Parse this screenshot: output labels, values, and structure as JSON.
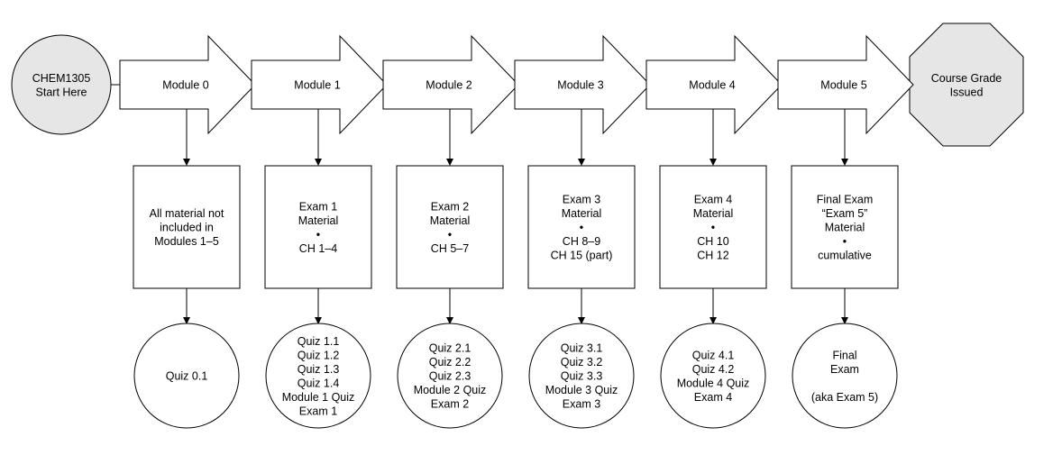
{
  "colors": {
    "start_fill": "#e6e6e6",
    "end_fill": "#e6e6e6",
    "shape_fill": "#ffffff",
    "stroke": "#000000"
  },
  "start": {
    "lines": [
      "CHEM1305",
      "Start Here"
    ]
  },
  "end": {
    "lines": [
      "Course Grade",
      "Issued"
    ]
  },
  "modules": [
    {
      "label": "Module 0",
      "material": [
        "All material not",
        "included in",
        "Modules 1–5"
      ],
      "assessments": [
        "Quiz 0.1"
      ]
    },
    {
      "label": "Module 1",
      "material": [
        "Exam 1",
        "Material",
        "•",
        "CH 1–4"
      ],
      "assessments": [
        "Quiz 1.1",
        "Quiz 1.2",
        "Quiz 1.3",
        "Quiz 1.4",
        "Module 1 Quiz",
        "Exam 1"
      ]
    },
    {
      "label": "Module 2",
      "material": [
        "Exam 2",
        "Material",
        "•",
        "CH 5–7"
      ],
      "assessments": [
        "Quiz 2.1",
        "Quiz 2.2",
        "Quiz 2.3",
        "Module 2 Quiz",
        "Exam 2"
      ]
    },
    {
      "label": "Module 3",
      "material": [
        "Exam 3",
        "Material",
        "•",
        "CH 8–9",
        "CH 15 (part)"
      ],
      "assessments": [
        "Quiz 3.1",
        "Quiz 3.2",
        "Quiz 3.3",
        "Module 3 Quiz",
        "Exam 3"
      ]
    },
    {
      "label": "Module 4",
      "material": [
        "Exam 4",
        "Material",
        "•",
        "CH 10",
        "CH 12"
      ],
      "assessments": [
        "Quiz 4.1",
        "Quiz 4.2",
        "Module 4 Quiz",
        "Exam 4"
      ]
    },
    {
      "label": "Module 5",
      "material": [
        "Final Exam",
        "“Exam 5”",
        "Material",
        "•",
        "cumulative"
      ],
      "assessments": [
        "Final",
        "Exam",
        "",
        "(aka Exam 5)"
      ]
    }
  ]
}
